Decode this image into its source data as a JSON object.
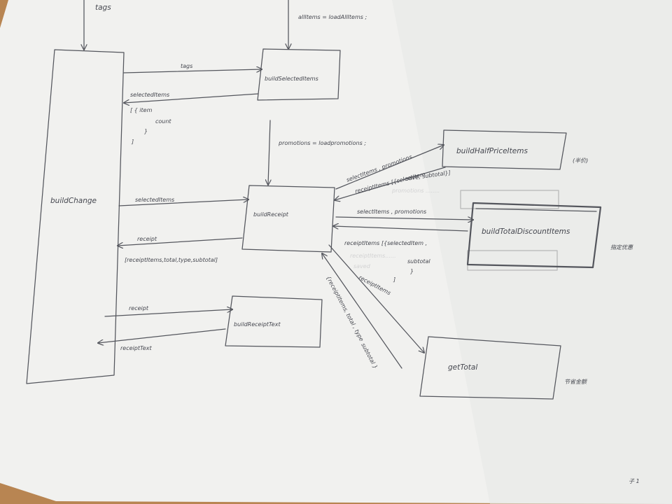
{
  "boxes": {
    "build_change": "buildChange",
    "build_selected_items": "buildSelectedItems",
    "build_receipt": "buildReceipt",
    "build_half_price_items": "buildHalfPriceItems",
    "build_total_discount_items": "buildTotalDiscountItems",
    "build_receipt_text": "buildReceiptText",
    "get_total": "getTotal"
  },
  "labels": {
    "tags_top": "tags",
    "all_items": "allItems = loadAllItems ;",
    "tags_arrow": "tags",
    "selected_items_return": "selectedItems",
    "selected_items_struct": [
      "[  { item",
      "count",
      "}",
      "]"
    ],
    "promotions": "promotions = loadpromotions ;",
    "selected_items_to_receipt": "selectedItems",
    "receipt_return": "receipt",
    "receipt_struct": "[receiptItems,total,type,subtotal]",
    "half_price_in": "selectItems , promotions",
    "half_price_out": [
      "receiptItems [{selectItem ,",
      "save, subtotal}]"
    ],
    "half_price_note": "(半价)",
    "total_discount_in": "selectItems , promotions",
    "total_discount_out": [
      "receiptItems [{selectedItem ,",
      "subtotal",
      "}",
      "]"
    ],
    "total_discount_note": "指定优惠",
    "get_total_in": "receiptItems",
    "get_total_out": [
      "{receiptItems, total , type",
      "subtotal }"
    ],
    "get_total_note": "节省金额",
    "receipt_to_text": "receipt",
    "receipt_text_return": "receiptText",
    "page_mark": "子 1"
  }
}
